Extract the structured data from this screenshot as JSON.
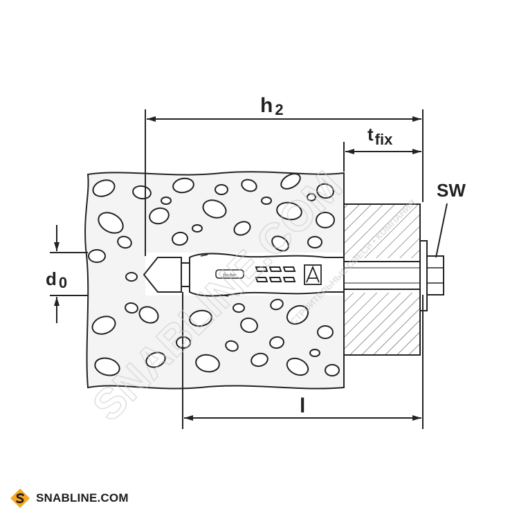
{
  "labels": {
    "h2_main": "h",
    "h2_sub": "2",
    "tfix_main": "t",
    "tfix_sub": "fix",
    "sw": "SW",
    "d0_main": "d",
    "d0_sub": "0",
    "l": "l"
  },
  "watermark": {
    "big": "SNABLINE.COM",
    "small": "СТРОИТЕЛЬНЫЕ СМЕСИ • КОМПАНИЯ"
  },
  "brand": {
    "text": "SNABLINE.COM",
    "icon": "snabline-logo-icon",
    "color": "#f5a623"
  },
  "colors": {
    "line": "#222222",
    "watermark": "#cfcfcf"
  }
}
